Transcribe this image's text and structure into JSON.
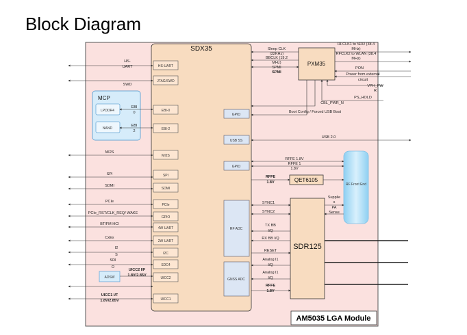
{
  "title": "Block Diagram",
  "module_label": "AM5035 LGA Module",
  "blocks": {
    "sdx35": "SDX35",
    "pxm35": "PXM35",
    "mcp": "MCP",
    "lpddr": "LPDDR4",
    "nand": "NAND",
    "qet": "QET6105",
    "rffe": "RF Front End",
    "sdr": "SDR125",
    "adsw": "ADSW"
  },
  "sdx_ports": {
    "hs_uart": "HS-UART",
    "jtag": "JTAG/SWD",
    "ebi0": "EBI-0",
    "ebi2": "EBI-2",
    "mi2s": "MI2S",
    "spi": "SPI",
    "sdmi": "SDMI",
    "pcie": "PCIe",
    "gpio": "GPIO",
    "uart4": "4W UART",
    "uart2": "2W UART",
    "i2c": "I2C",
    "sdc4": "SDC4",
    "uicc2": "UICC2",
    "uicc1": "UICC1",
    "gpio_a": "GPIO",
    "usb_ss": "USB SS",
    "gpio_b": "GPIO",
    "rf_adc": "RF ADC",
    "gnss_adc": "GNSS ADC"
  },
  "left_signals": {
    "hs_uart": [
      "HS-",
      "UART"
    ],
    "swd": [
      "SWD"
    ],
    "mi2s": "MI2S",
    "spi": "SPI",
    "sdmi": "SDMI",
    "pcie": "PCIe",
    "pcie_ctrl": "PCIe_RST/CLK_REQ/ WAKE",
    "bt": "BT/FM HCI",
    "coex": "CxEx",
    "i2c": [
      "I2",
      "S"
    ],
    "sdio": [
      "SDI",
      "O"
    ],
    "uicc2": [
      "UICC2 I/F",
      "1.8V/2.85V"
    ],
    "uicc1": [
      "UICC1 I/F",
      "1.8V/2.85V"
    ]
  },
  "mcp_labels": {
    "ebi0": [
      "EBI",
      "0"
    ],
    "ebi2": [
      "EBI",
      "2"
    ]
  },
  "pxm_signals": {
    "sleep_clk": [
      "Sleep CLK",
      "(32KHz)"
    ],
    "bbclk": "BBCLK (19.2",
    "bbclk2": "MHz)",
    "spmi": "SPMI",
    "spmi2": "SPMI",
    "rfclk1": [
      "RFCLK1 to SDR (38.4",
      "MHz)"
    ],
    "rfclk2": [
      "RFCLK2 to WLAN (38.4",
      "MHz)"
    ],
    "pon": "PON",
    "ext_power": [
      "Power from external",
      "circuit"
    ],
    "vph_pwr": [
      "VPH_PW",
      "R"
    ],
    "ps_hold": "PS_HOLD",
    "cbl_pwr": "CBL_PWR_N",
    "boot_cfg": "Boot Config / Forced USB Boot",
    "usb": "USB 2.0"
  },
  "rf_signals": {
    "rffe": "RFFE 1.8V",
    "rffe2": "RFFE 1",
    "rffe3": "1.8V",
    "rffe_qet": [
      "RFFE",
      "1.8V"
    ],
    "sync1": "SYNC1",
    "sync2": "SYNC2",
    "tx_bb": [
      "TX BB",
      "I/Q"
    ],
    "rx_bb": "RX BB I/Q",
    "reset": "RESET",
    "analog": [
      "Analog I1",
      "I/Q"
    ],
    "analog2": [
      "Analog I1",
      "I/Q"
    ],
    "rffe_sdr": [
      "RFFE",
      "1.8V"
    ],
    "supply": [
      "Supplie",
      "s",
      "PA",
      "Sense"
    ]
  }
}
